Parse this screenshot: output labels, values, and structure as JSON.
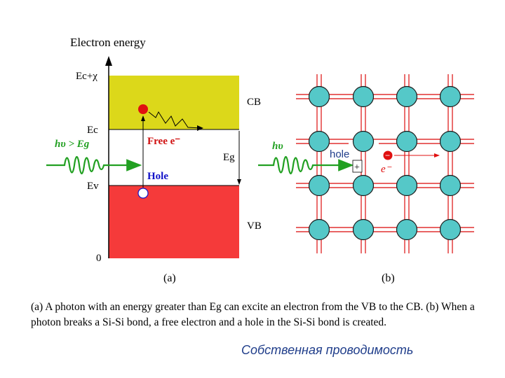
{
  "panel_a": {
    "axis_title": "Electron energy",
    "level_top": "Ec+χ",
    "level_ec": "Ec",
    "level_ev": "Ev",
    "level_zero": "0",
    "band_cb": "CB",
    "band_vb": "VB",
    "gap_label": "Eg",
    "photon_label": "hυ > Eg",
    "free_electron_label": "Free e⁻",
    "hole_label": "Hole",
    "panel_label": "(a)",
    "colors": {
      "cb": "#dcd81a",
      "vb": "#f53a3a",
      "photon": "#22a022",
      "electron": "#e01010",
      "free_text": "#d01010",
      "hole_text": "#1010c8"
    }
  },
  "panel_b": {
    "photon_label": "hυ",
    "hole_label": "hole",
    "electron_label": "e⁻",
    "plus_sign": "+",
    "minus_sign": "−",
    "panel_label": "(b)",
    "colors": {
      "atom": "#55c8c8",
      "bond": "#e03030",
      "photon": "#22a022"
    }
  },
  "caption": "(a) A photon with an energy greater than Eg  can excite an electron from the VB to the CB. (b) When a photon breaks a Si-Si bond, a free electron and a hole in the Si-Si bond is created.",
  "footer": "Собственная проводимость"
}
